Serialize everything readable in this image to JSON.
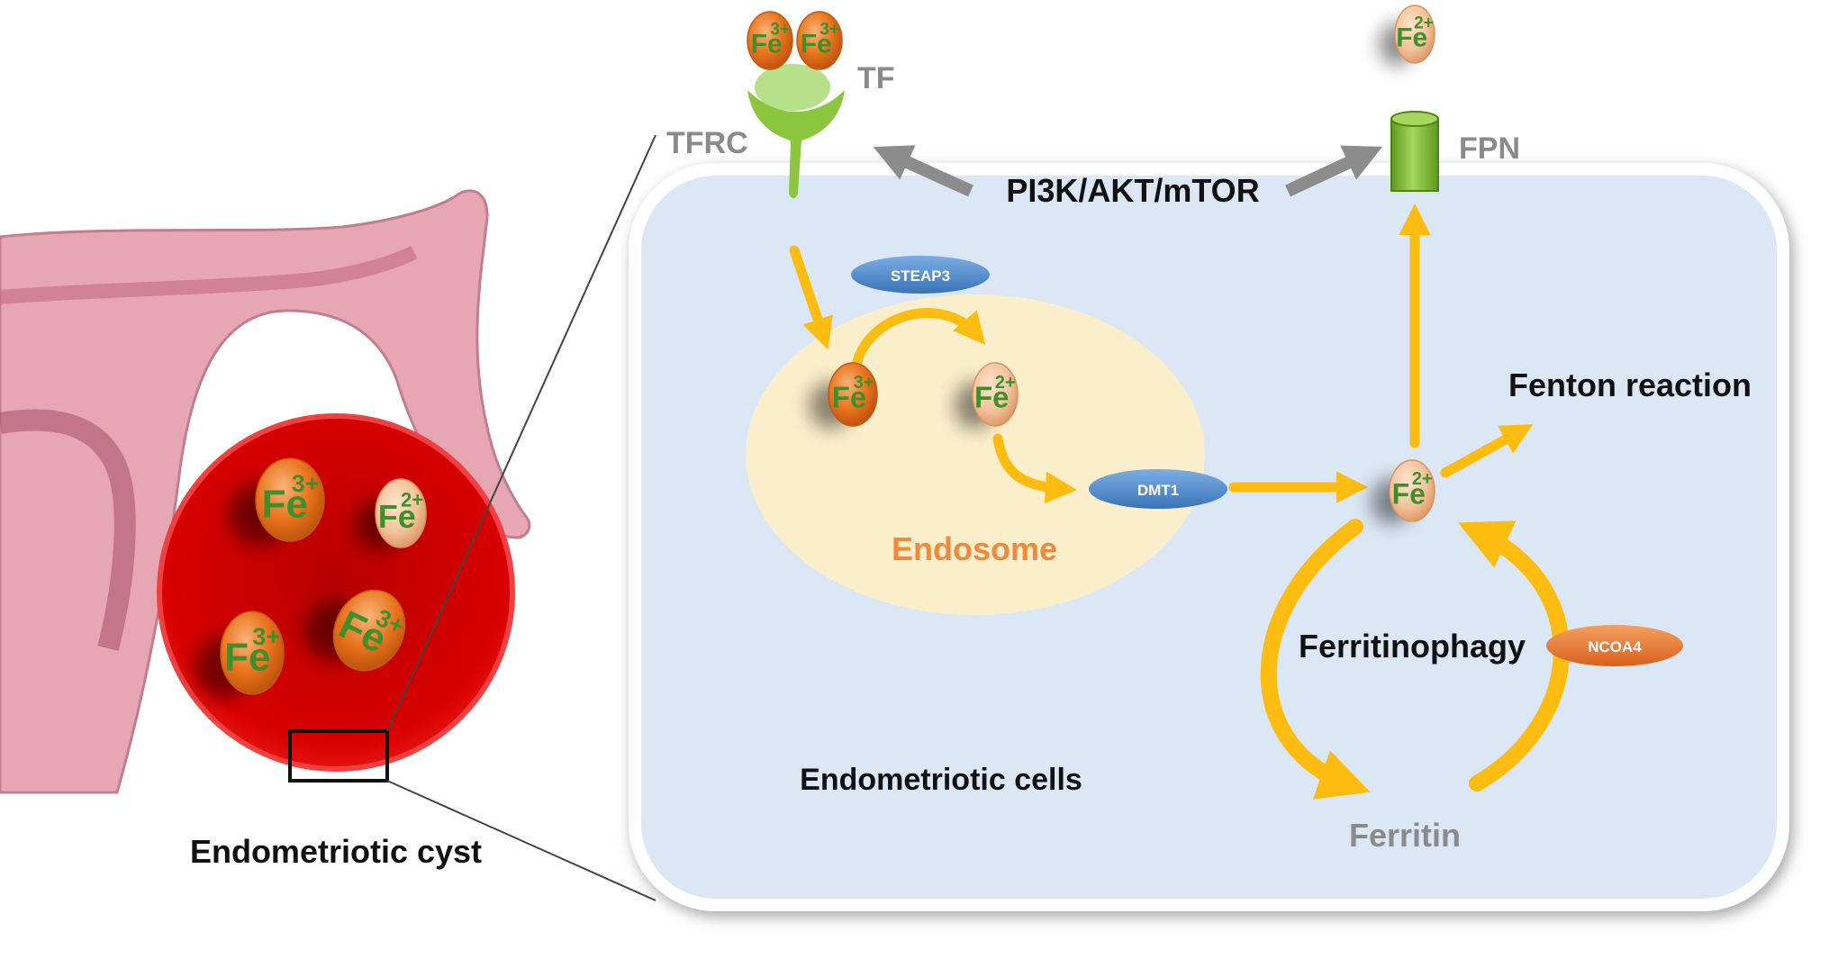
{
  "labels": {
    "tf": "TF",
    "tfrc": "TFRC",
    "fpn": "FPN",
    "pathway": "PI3K/AKT/mTOR",
    "steap3": "STEAP3",
    "dmt1": "DMT1",
    "ncoa4": "NCOA4",
    "endosome": "Endosome",
    "fenton": "Fenton reaction",
    "ferritinophagy": "Ferritinophagy",
    "ferritin": "Ferritin",
    "cells": "Endometriotic cells",
    "cyst": "Endometriotic cyst"
  },
  "ions": {
    "symbol": "Fe",
    "ferric_charge": "3+",
    "ferrous_charge": "2+"
  },
  "colors": {
    "cell_fill": "#dbe7f4",
    "endosome_fill": "#fbeecb",
    "arrow_yellow": "#fcbc10",
    "arrow_gray": "#8c8c8c",
    "cyst_red": "#d20000",
    "uterus_pink": "#e7a6b4",
    "ion_ferric": "#e8731c",
    "ion_ferrous": "#f4c29a",
    "ion_text": "#3f8f2d",
    "receptor_green": "#8cc63f",
    "protein_blue": "#4a86c8",
    "protein_orange": "#e8732a",
    "label_gray": "#8a8a8a",
    "endosome_text": "#f08a3a"
  }
}
